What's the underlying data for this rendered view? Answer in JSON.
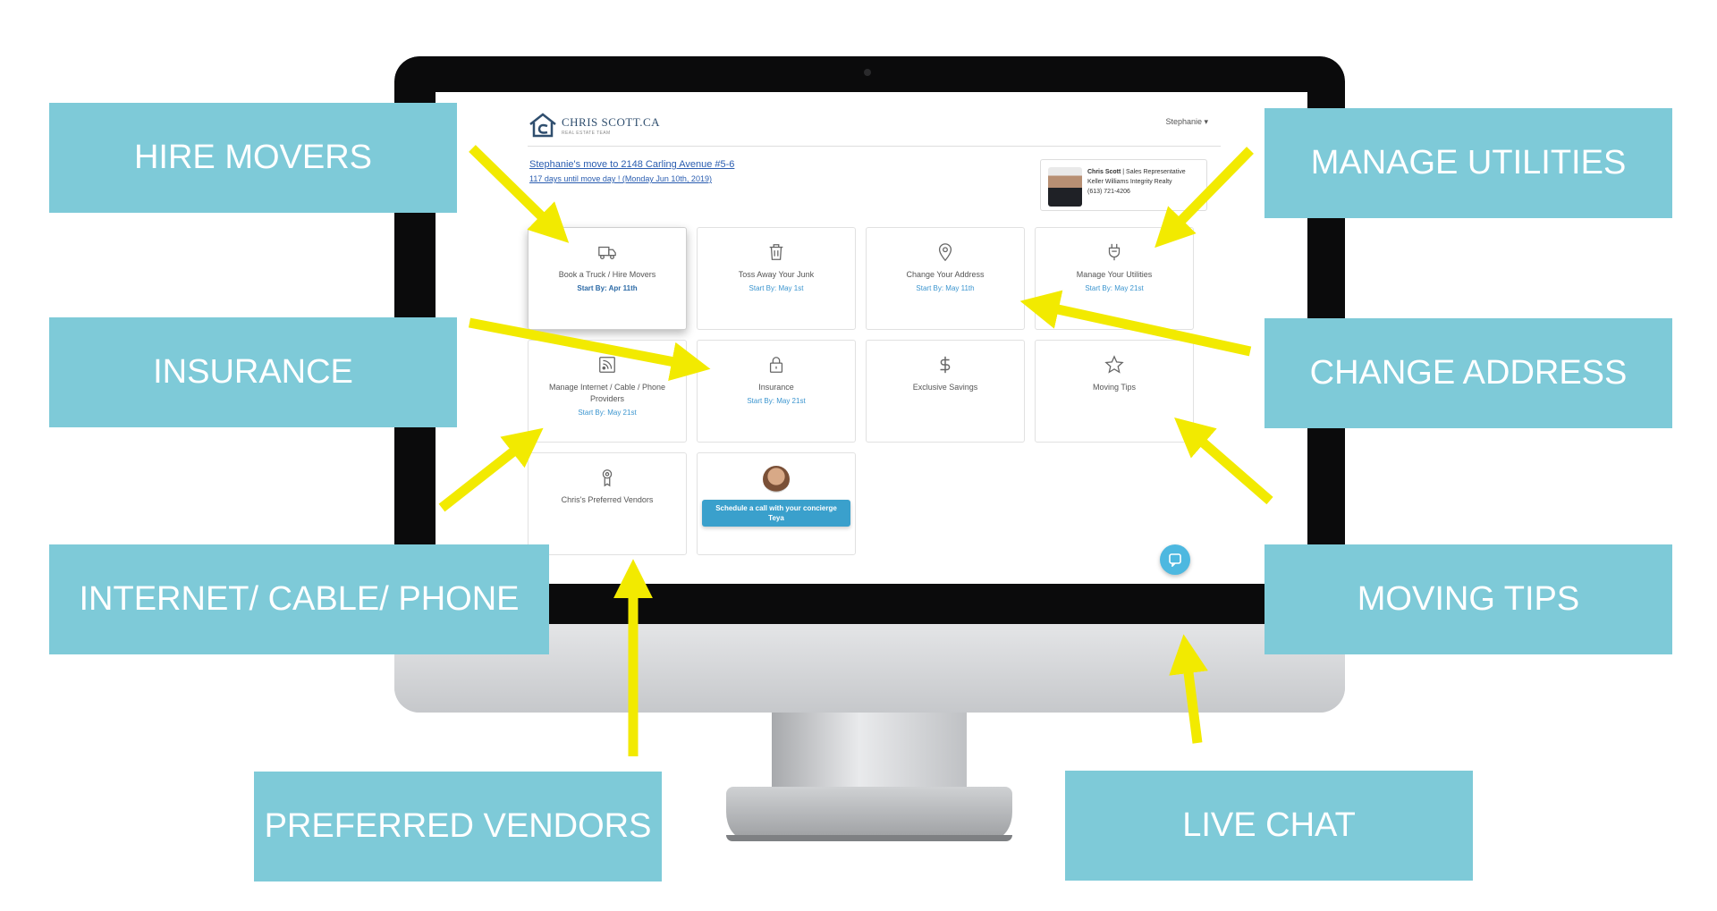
{
  "brand": {
    "name": "CHRIS SCOTT.CA",
    "tagline": "REAL ESTATE TEAM"
  },
  "user_menu": {
    "label": "Stephanie ▾"
  },
  "move": {
    "title": "Stephanie's move to 2148 Carling Avenue #5-6",
    "countdown": "117 days until move day ! (Monday Jun 10th, 2019)"
  },
  "agent": {
    "name": "Chris Scott",
    "role": " | Sales Representative",
    "company": "Keller Williams Integrity Realty",
    "phone": "(613) 721-4206"
  },
  "tiles": [
    {
      "label": "Book a Truck / Hire Movers",
      "date": "Start By: Apr 11th",
      "icon": "truck-icon"
    },
    {
      "label": "Toss Away Your Junk",
      "date": "Start By: May 1st",
      "icon": "trash-icon"
    },
    {
      "label": "Change Your Address",
      "date": "Start By: May 11th",
      "icon": "map-pin-icon"
    },
    {
      "label": "Manage Your Utilities",
      "date": "Start By: May 21st",
      "icon": "plug-icon"
    },
    {
      "label": "Manage Internet / Cable / Phone Providers",
      "date": "Start By: May 21st",
      "icon": "rss-icon"
    },
    {
      "label": "Insurance",
      "date": "Start By: May 21st",
      "icon": "lock-icon"
    },
    {
      "label": "Exclusive Savings",
      "date": "",
      "icon": "dollar-icon"
    },
    {
      "label": "Moving Tips",
      "date": "",
      "icon": "star-icon"
    },
    {
      "label": "Chris's Preferred Vendors",
      "date": "",
      "icon": "award-icon"
    }
  ],
  "concierge": {
    "button_line1": "Schedule a call with your concierge",
    "button_line2": "Teya"
  },
  "callouts": {
    "hire_movers": "HIRE MOVERS",
    "insurance": "INSURANCE",
    "internet": "INTERNET/ CABLE/ PHONE",
    "preferred_vendors": "PREFERRED VENDORS",
    "manage_utilities": "MANAGE UTILITIES",
    "change_address": "CHANGE ADDRESS",
    "moving_tips": "MOVING TIPS",
    "live_chat": "LIVE CHAT"
  },
  "colors": {
    "callout_bg": "#7ecad8",
    "arrow": "#f2ea00",
    "link": "#2a5db0",
    "accent": "#3b95cf"
  }
}
